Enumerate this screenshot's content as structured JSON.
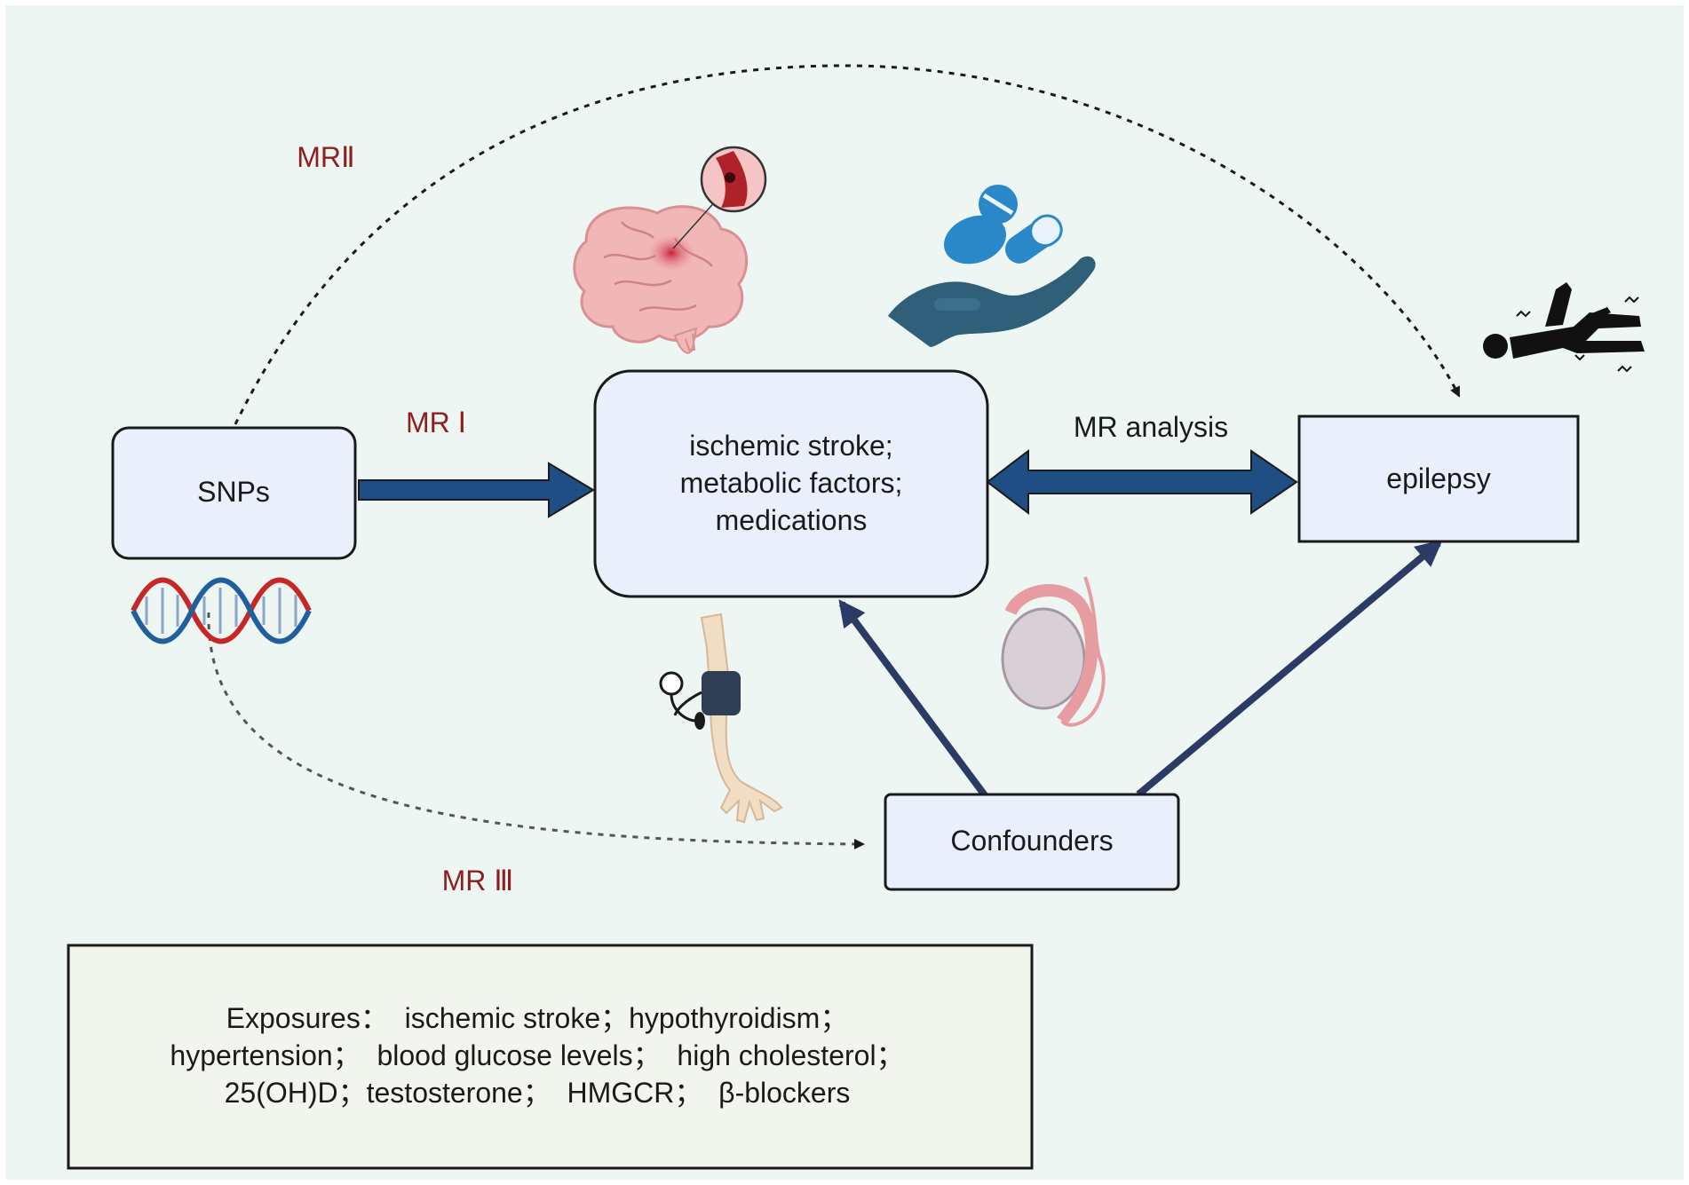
{
  "labels": {
    "mr1": "MR Ⅰ",
    "mr2": "MRⅡ",
    "mr3": "MR Ⅲ",
    "mr_analysis": "MR analysis"
  },
  "nodes": {
    "snps": "SNPs",
    "exposure_line1": "ischemic stroke;",
    "exposure_line2": "metabolic factors;",
    "exposure_line3": "medications",
    "epilepsy": "epilepsy",
    "confounders": "Confounders"
  },
  "exposures_box": {
    "line1": "Exposures：  ischemic stroke；hypothyroidism；",
    "line2": "hypertension；  blood glucose levels；  high cholesterol；",
    "line3": "25(OH)D；testosterone；  HMGCR；  β-blockers"
  },
  "icons": [
    "brain-stroke-icon",
    "pills-hand-icon",
    "seizure-person-icon",
    "dna-icon",
    "blood-pressure-arm-icon",
    "testis-icon"
  ],
  "colors": {
    "background": "#eef6f3",
    "box_fill": "#eaf0fb",
    "box_border": "#1a1a1a",
    "arrow_blue": "#1f4e85",
    "arrow_navy": "#2c3a66",
    "label_red": "#8e1f1f",
    "exposures_fill": "#f2f5ee"
  }
}
